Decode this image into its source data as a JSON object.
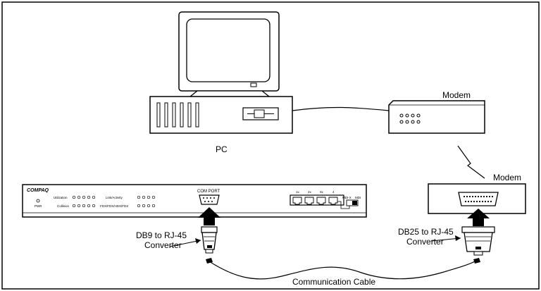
{
  "labels": {
    "pc": "PC",
    "modem_top": "Modem",
    "modem_bottom": "Modem",
    "db9_line1": "DB9 to RJ-45",
    "db9_line2": "Converter",
    "db25_line1": "DB25 to RJ-45",
    "db25_line2": "Converter",
    "cable": "Communication Cable"
  },
  "switch": {
    "brand": "COMPAQ",
    "com_port": "COM PORT",
    "power": "PWR",
    "port_labels": [
      "1x",
      "2x",
      "3x",
      "4"
    ],
    "utilization": "Utilization",
    "collision": "Collision",
    "link_activity": "Link/Activity",
    "fdx": "FDX/FDX/HDX/FDX",
    "uplink_a": "MDI-X",
    "uplink_b": "MDI"
  }
}
